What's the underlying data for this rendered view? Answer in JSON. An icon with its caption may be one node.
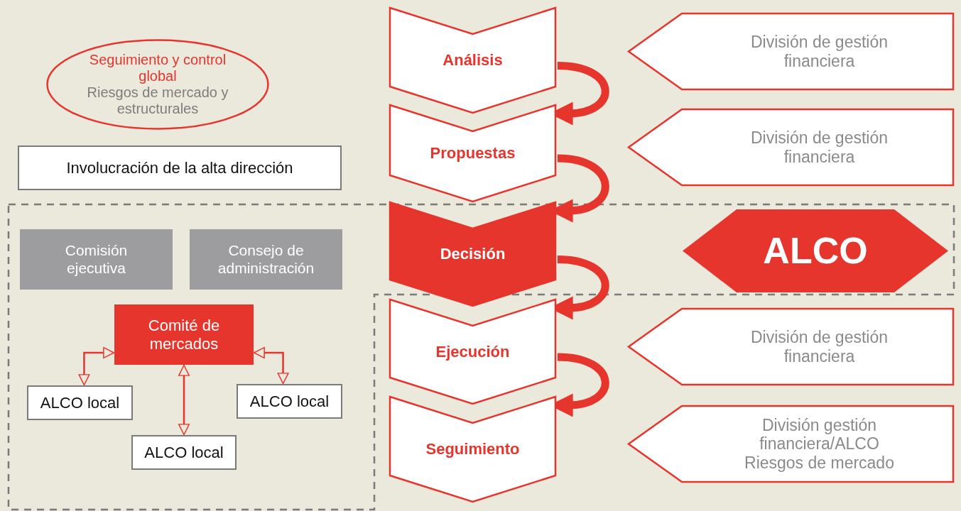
{
  "diagram": {
    "nodes": [
      {
        "text": [
          "Seguimiento y control global",
          "Riesgos de mercado y estructurales"
        ]
      },
      {
        "text": [
          "Involucración de la alta dirección"
        ]
      },
      {
        "text": [
          "Comisión ejecutiva"
        ]
      },
      {
        "text": [
          "Consejo de administración"
        ]
      },
      {
        "text": [
          "Comité de mercados"
        ]
      },
      {
        "text": [
          "ALCO local"
        ]
      },
      {
        "text": [
          "ALCO local"
        ]
      },
      {
        "text": [
          "ALCO local"
        ]
      },
      {
        "text": [
          "Análisis"
        ]
      },
      {
        "text": [
          "Propuestas"
        ]
      },
      {
        "text": [
          "Decisión"
        ]
      },
      {
        "text": [
          "Ejecución"
        ]
      },
      {
        "text": [
          "Seguimiento"
        ]
      },
      {
        "text": [
          "División de gestión financiera"
        ]
      },
      {
        "text": [
          "División de gestión financiera"
        ]
      },
      {
        "text": [
          "ALCO"
        ]
      },
      {
        "text": [
          "División de gestión financiera"
        ]
      },
      {
        "text": [
          "División gestión financiera/ALCO",
          "Riesgos de mercado"
        ]
      }
    ],
    "edges": [
      {
        "from": 8,
        "to": 9,
        "arrow": "to"
      },
      {
        "from": 9,
        "to": 10,
        "arrow": "to"
      },
      {
        "from": 10,
        "to": 11,
        "arrow": "to"
      },
      {
        "from": 11,
        "to": 12,
        "arrow": "to"
      },
      {
        "from": 4,
        "to": 5,
        "arrow": "both"
      },
      {
        "from": 4,
        "to": 6,
        "arrow": "both"
      },
      {
        "from": 4,
        "to": 7,
        "arrow": "both"
      }
    ]
  }
}
